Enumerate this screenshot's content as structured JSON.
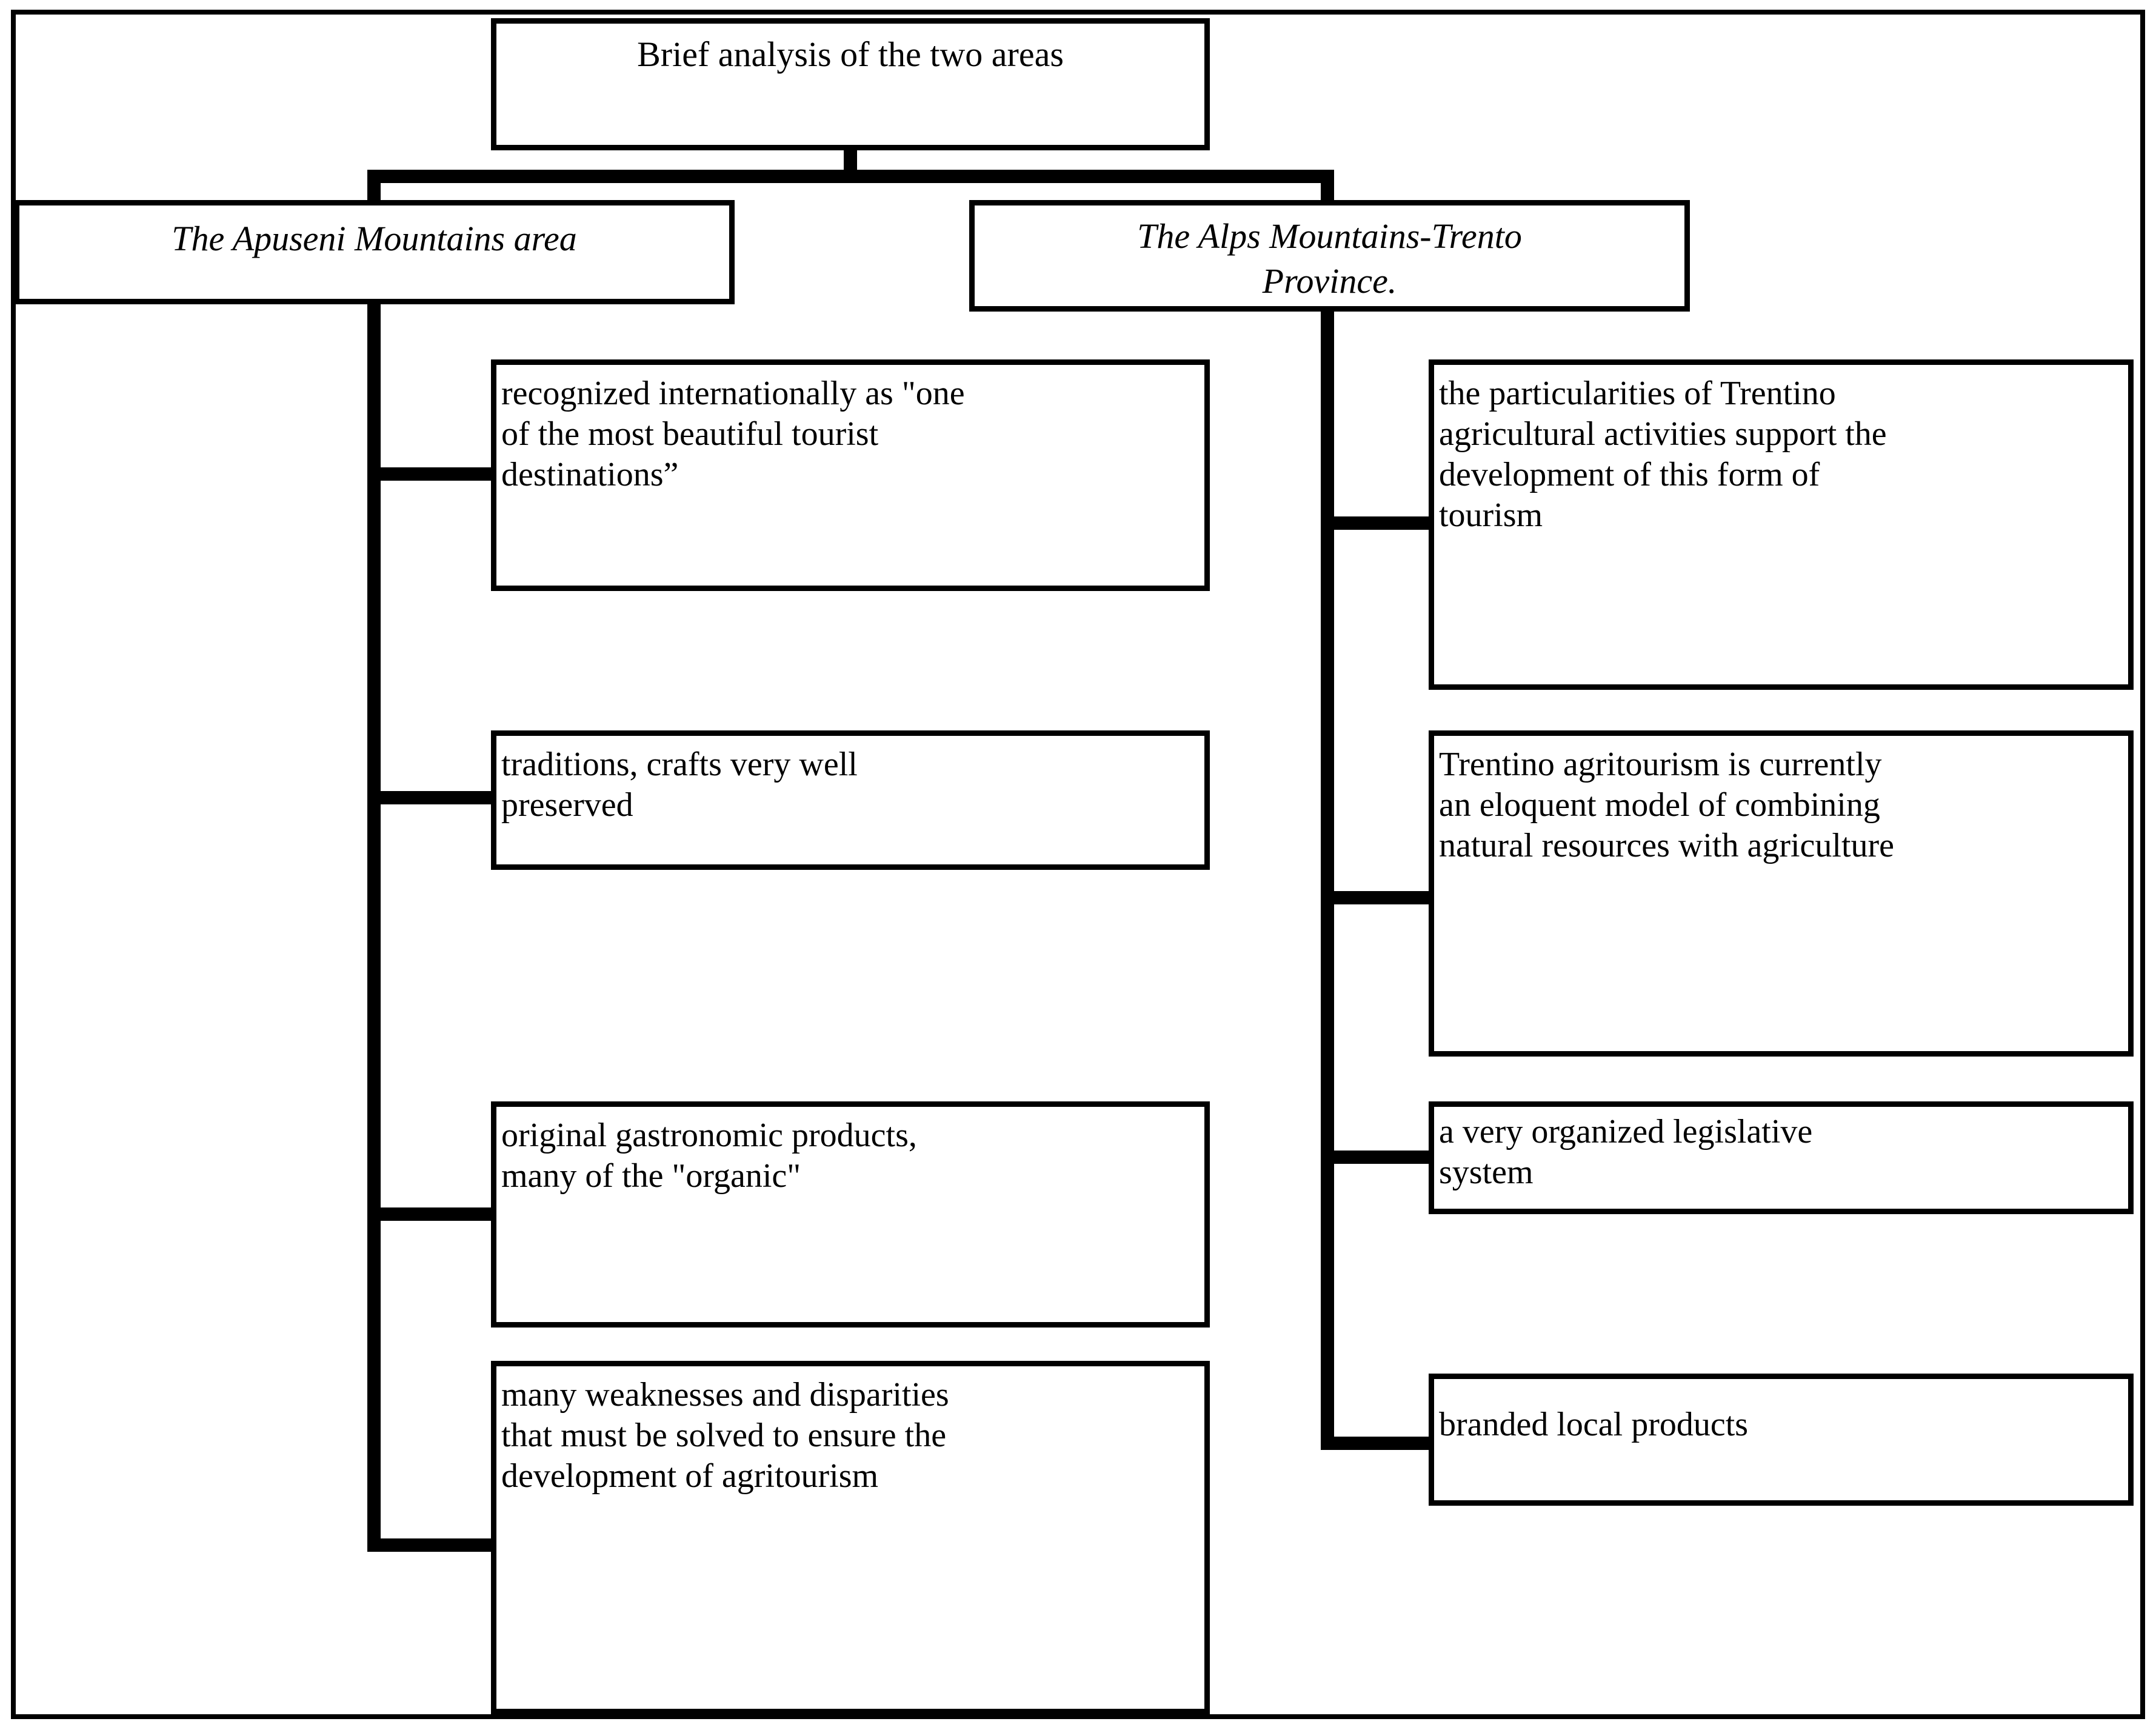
{
  "diagram": {
    "title": "Brief analysis of the two areas",
    "left_branch": {
      "header": "The Apuseni Mountains area",
      "items": [
        {
          "lines": [
            "recognized internationally as \"one",
            "of the most beautiful tourist",
            "destinations”"
          ]
        },
        {
          "lines": [
            "traditions, crafts very well",
            "preserved"
          ]
        },
        {
          "lines": [
            "original gastronomic products,",
            "many of the \"organic\""
          ]
        },
        {
          "lines": [
            "many weaknesses and disparities",
            "that must be solved to ensure the",
            "development of agritourism"
          ]
        }
      ]
    },
    "right_branch": {
      "header_lines": [
        "The Alps Mountains-Trento",
        "Province."
      ],
      "items": [
        {
          "lines": [
            "the particularities of Trentino",
            "agricultural activities support the",
            "development of this form of",
            "tourism"
          ]
        },
        {
          "lines": [
            "Trentino agritourism is currently",
            "an eloquent model of combining",
            "natural resources with agriculture"
          ]
        },
        {
          "lines": [
            "a very organized legislative",
            "system"
          ]
        },
        {
          "lines": [
            "branded local products"
          ]
        }
      ]
    },
    "colors": {
      "line_color": "#000000",
      "background": "#ffffff",
      "text_color": "#000000"
    }
  }
}
